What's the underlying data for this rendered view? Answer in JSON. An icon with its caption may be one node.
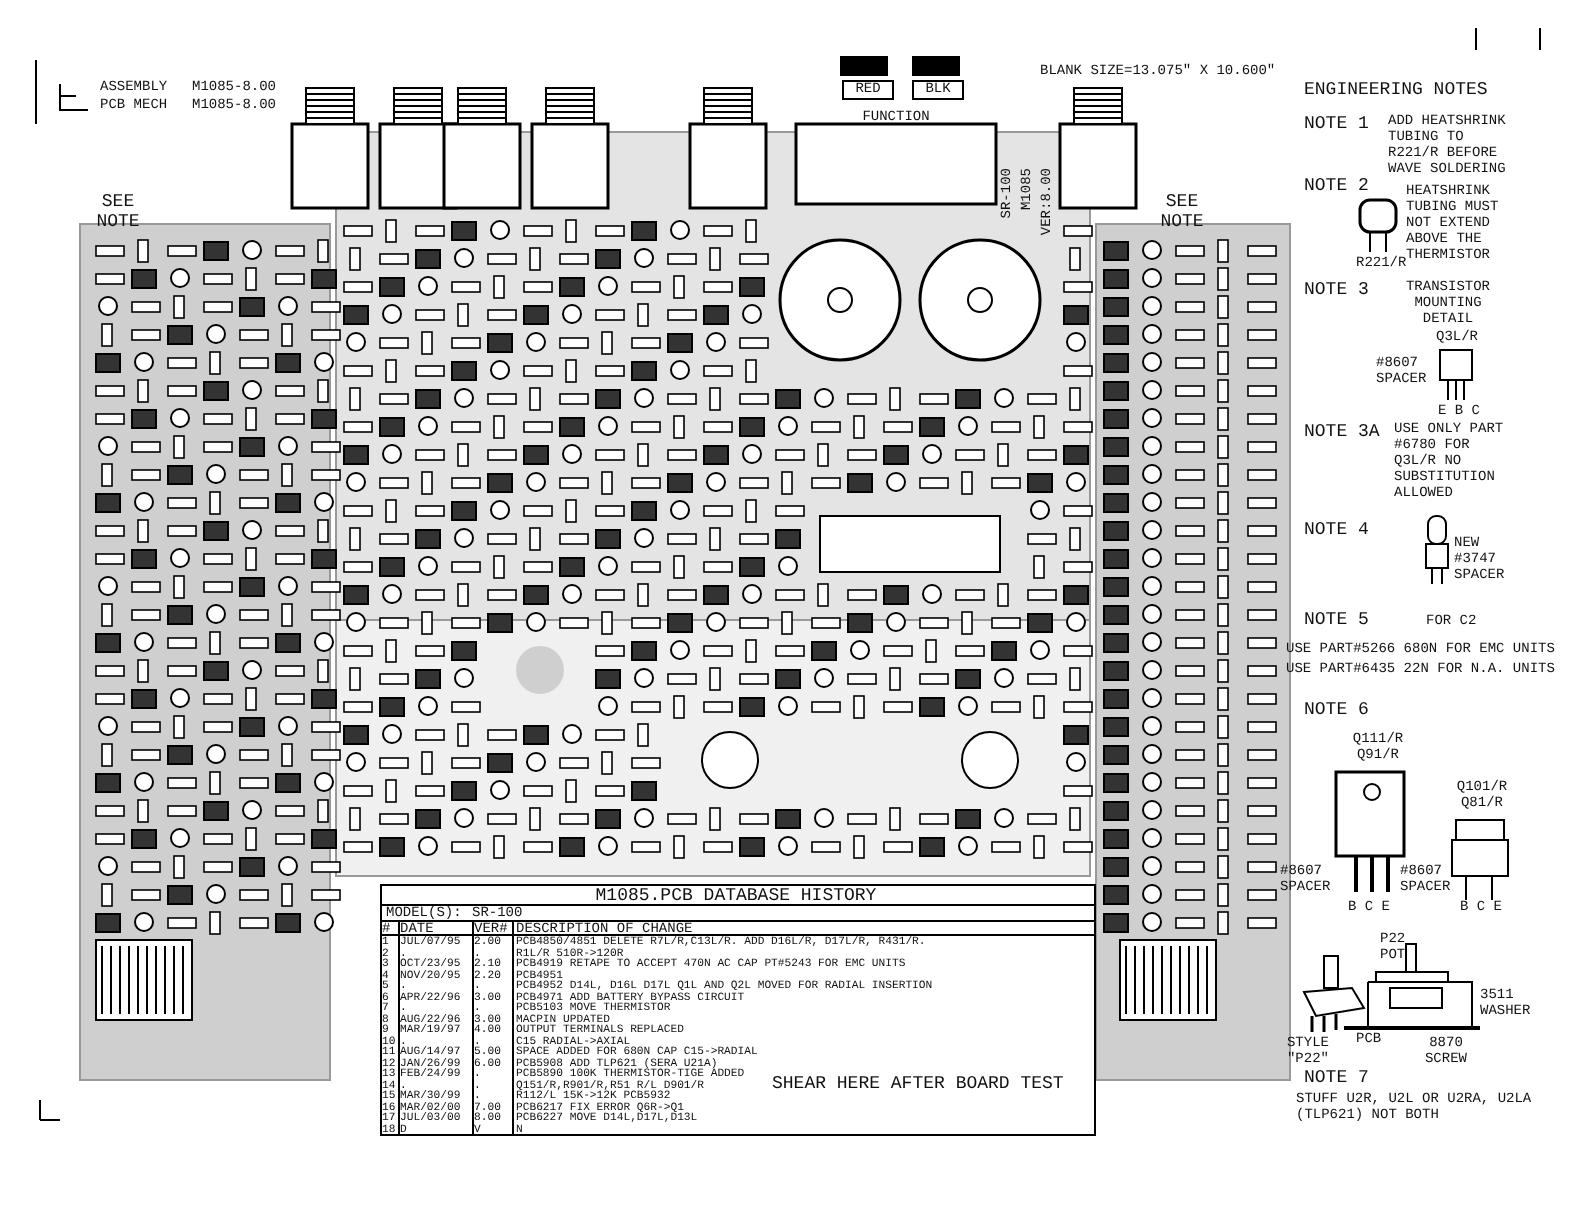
{
  "diagram": {
    "labels": [
      "ASSEMBLY",
      "M1085-8.00",
      "PCB MECH",
      "M1085-8.00",
      "SEE NOTE",
      "RED",
      "BLK",
      "FUNCTION",
      "BLANK SIZE=13.075\" X 10.600\"",
      "SEE NOTE",
      "SR-100",
      "M1085",
      "VER:8.00",
      "ENGINEERING NOTES",
      "NOTE 1",
      "ADD HEATSHRINK TUBING TO R221/R BEFORE WAVE SOLDERING",
      "NOTE 2",
      "HEATSHRINK TUBING MUST NOT EXTEND ABOVE THE THERMISTOR",
      "R221/R",
      "NOTE 3",
      "TRANSISTOR MOUNTING DETAIL",
      "Q3L/R",
      "#8607 SPACER",
      "E B C",
      "NOTE 3A",
      "USE ONLY PART #6780 FOR Q3L/R NO SUBSTITUTION ALLOWED",
      "NOTE 4",
      "NEW #3747 SPACER",
      "NOTE 5",
      "FOR C2",
      "USE PART#5266 680N FOR EMC UNITS",
      "USE PART#6435 22N FOR N.A. UNITS",
      "NOTE 6",
      "Q111/R Q91/R",
      "Q101/R Q81/R",
      "#8607 SPACER",
      "#8607 SPACER",
      "B C E",
      "B C E",
      "P22 POT",
      "3511 WASHER",
      "STYLE \"P22\"",
      "PCB",
      "8870 SCREW",
      "NOTE 7",
      "STUFF U2R, U2L OR U2RA, U2LA (TLP621) NOT BOTH",
      "SHEAR HERE AFTER BOARD TEST",
      "M1085.PCB DATABASE HISTORY",
      "MODEL(S):",
      "SR-100",
      "#",
      "DATE",
      "VER#",
      "DESCRIPTION OF CHANGE",
      "1",
      "JUL/07/95",
      "2.00",
      "PCB4850/4851 DELETE R7L/R,C13L/R. ADD D16L/R, D17L/R, R431/R.",
      "2",
      ".",
      ".",
      "R1L/R 510R->120R",
      "3",
      "OCT/23/95",
      "2.10",
      "PCB4919 RETAPE TO ACCEPT 470N AC CAP PT#5243 FOR EMC UNITS",
      "4",
      "NOV/20/95",
      "2.20",
      "PCB4951",
      "5",
      ".",
      ".",
      "PCB4952 D14L, D16L D17L Q1L AND Q2L MOVED FOR RADIAL INSERTION",
      "6",
      "APR/22/96",
      "3.00",
      "PCB4971 ADD BATTERY BYPASS CIRCUIT",
      "7",
      ".",
      ".",
      "PCB5103 MOVE THERMISTOR",
      "8",
      "AUG/22/96",
      "3.00",
      "MACPIN UPDATED",
      "9",
      "MAR/19/97",
      "4.00",
      "OUTPUT TERMINALS REPLACED",
      "10",
      ".",
      ".",
      "C15 RADIAL->AXIAL",
      "11",
      "AUG/14/97",
      "5.00",
      "SPACE ADDED FOR 680N CAP C15->RADIAL",
      "12",
      "JAN/26/99",
      "6.00",
      "PCB5908 ADD TLP621 (SERA U21A)",
      "13",
      "FEB/24/99",
      ".",
      "PCB5890 100K THERMISTOR-TIGE ADDED",
      "14",
      ".",
      ".",
      "Q151/R,R901/R,R51 R/L D901/R",
      "15",
      "MAR/30/99",
      ".",
      "R112/L 15K->12K PCB5932",
      "16",
      "MAR/02/00",
      "7.00",
      "PCB6217 FIX ERROR Q6R->Q1",
      "17",
      "JUL/03/00",
      "8.00",
      "PCB6227 MOVE D14L,D17L,D13L",
      "18",
      "D",
      "V",
      "N"
    ]
  }
}
